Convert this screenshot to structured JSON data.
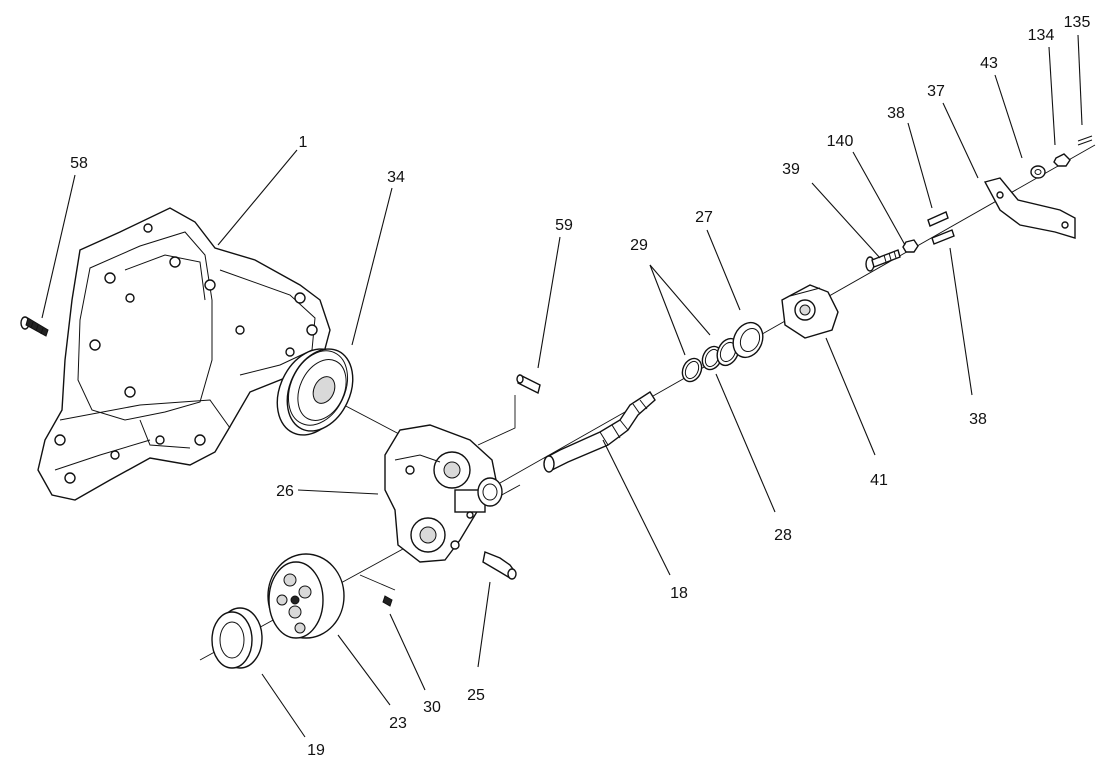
{
  "callouts": [
    {
      "id": "c1",
      "text": "1"
    },
    {
      "id": "c58",
      "text": "58"
    },
    {
      "id": "c34",
      "text": "34"
    },
    {
      "id": "c59",
      "text": "59"
    },
    {
      "id": "c29",
      "text": "29"
    },
    {
      "id": "c27",
      "text": "27"
    },
    {
      "id": "c39",
      "text": "39"
    },
    {
      "id": "c140",
      "text": "140"
    },
    {
      "id": "c38a",
      "text": "38"
    },
    {
      "id": "c37",
      "text": "37"
    },
    {
      "id": "c43",
      "text": "43"
    },
    {
      "id": "c134",
      "text": "134"
    },
    {
      "id": "c135",
      "text": "135"
    },
    {
      "id": "c38b",
      "text": "38"
    },
    {
      "id": "c41",
      "text": "41"
    },
    {
      "id": "c26",
      "text": "26"
    },
    {
      "id": "c28",
      "text": "28"
    },
    {
      "id": "c18",
      "text": "18"
    },
    {
      "id": "c25",
      "text": "25"
    },
    {
      "id": "c30",
      "text": "30"
    },
    {
      "id": "c23",
      "text": "23"
    },
    {
      "id": "c19",
      "text": "19"
    }
  ]
}
